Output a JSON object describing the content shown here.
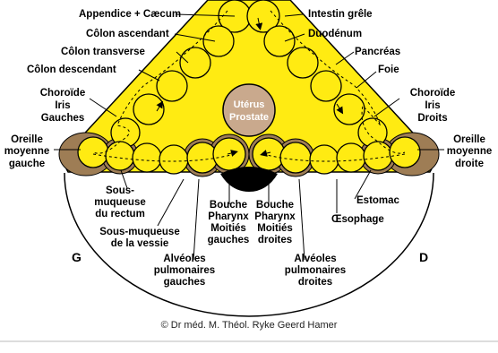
{
  "colors": {
    "fill": "#FFEB12",
    "ring": "#9E7D55",
    "center_fill": "#C9A98D",
    "stroke": "#000000",
    "page": "#FFFFFF"
  },
  "labels": {
    "appendice": "Appendice + Cæcum",
    "intestin": "Intestin grêle",
    "colon_asc": "Côlon ascendant",
    "duodenum": "Duodénum",
    "colon_trans": "Côlon transverse",
    "pancreas": "Pancréas",
    "colon_desc": "Côlon descendant",
    "foie": "Foie",
    "choroide_g": [
      "Choroïde",
      "Iris",
      "Gauches"
    ],
    "choroide_d": [
      "Choroïde",
      "Iris",
      "Droits"
    ],
    "oreille_g": [
      "Oreille",
      "moyenne",
      "gauche"
    ],
    "oreille_d": [
      "Oreille",
      "moyenne",
      "droite"
    ],
    "sous_muqueuse_rectum": [
      "Sous-",
      "muqueuse",
      "du rectum"
    ],
    "estomac": "Estomac",
    "oesophage": "Œsophage",
    "sous_muqueuse_vessie": [
      "Sous-muqueuse",
      "de la vessie"
    ],
    "bouche_g": [
      "Bouche",
      "Pharynx",
      "Moitiés",
      "gauches"
    ],
    "bouche_d": [
      "Bouche",
      "Pharynx",
      "Moitiés",
      "droites"
    ],
    "alveoles_g": [
      "Alvéoles",
      "pulmonaires",
      "gauches"
    ],
    "alveoles_d": [
      "Alvéoles",
      "pulmonaires",
      "droites"
    ],
    "center": [
      "Utérus",
      "Prostate"
    ],
    "side_left": "G",
    "side_right": "D"
  },
  "credit": "© Dr méd. M. Théol. Ryke Geerd Hamer"
}
